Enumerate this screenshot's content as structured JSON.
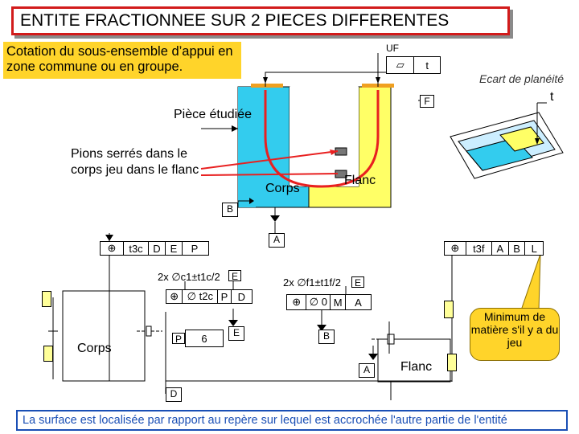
{
  "title": "ENTITE FRACTIONNEE SUR 2 PIECES DIFFERENTES",
  "note": "Cotation du sous-ensemble d’appui en zone commune ou en groupe.",
  "labels": {
    "piece": "Pièce étudiée",
    "pions": "Pions serrés dans le corps jeu dans le flanc",
    "corps": "Corps",
    "flanc": "Flanc",
    "corps_bottom": "Corps",
    "flanc_bottom": "Flanc",
    "ecart": "Ecart de planéité",
    "t_flat": "t",
    "uf": "UF",
    "tol_t": "t",
    "f_label": "F",
    "b_top": "B",
    "a_top": "A"
  },
  "fcf_left": {
    "tol": "t3c",
    "d1": "D",
    "d2": "E",
    "mod": "P"
  },
  "fcf_right": {
    "tol": "t3f",
    "d1": "A",
    "d2": "B",
    "mod": "L"
  },
  "dims_left": {
    "size": "2x ∅c1±t1c/2",
    "e_badge": "E",
    "pos_tol": "∅ t2c",
    "p_badge": "P",
    "datum_d": "D",
    "p_small": "P",
    "six": "6",
    "datum_e": "E"
  },
  "dims_right": {
    "size": "2x ∅f1±t1f/2",
    "e_badge": "E",
    "pos_tol": "∅ 0",
    "m_badge": "M",
    "datum_a": "A",
    "datum_b": "B",
    "datum_a2": "A"
  },
  "datum_d_bottom": "D",
  "bubble": "Minimum de matière s'il y a du jeu",
  "footer": "La surface est localisée par rapport au repère sur lequel est accrochée l'autre partie de l'entité",
  "colors": {
    "cyan": "#33ccee",
    "yellow": "#ffff66",
    "red": "#e82020",
    "orange": "#f0a020",
    "accent": "#d21b1b"
  }
}
